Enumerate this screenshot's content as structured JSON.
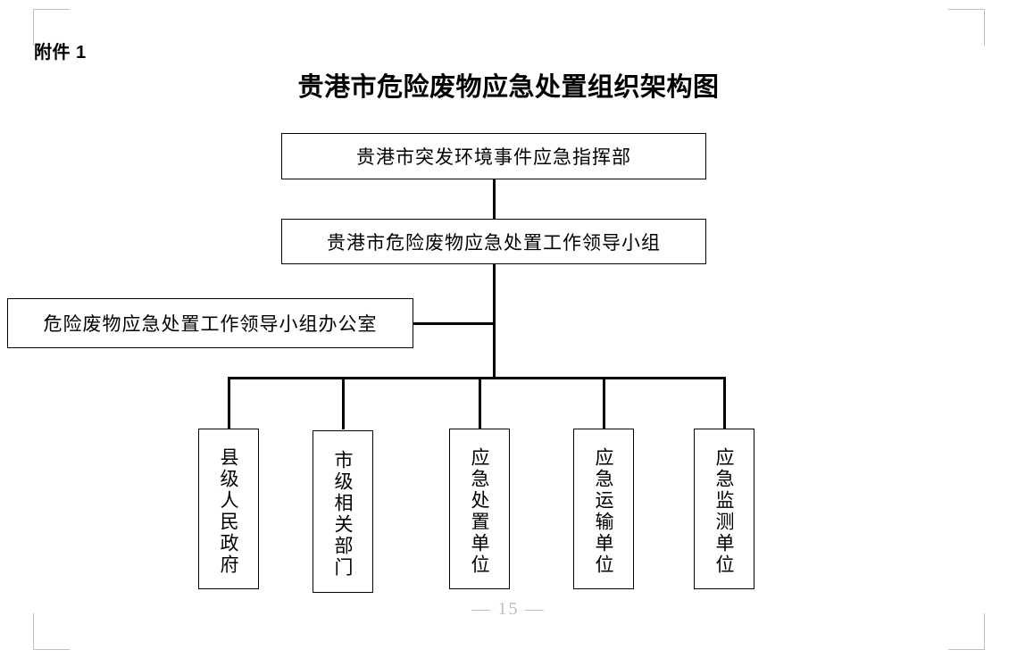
{
  "document": {
    "attachment_label": "附件 1",
    "title": "贵港市危险废物应急处置组织架构图",
    "page_number": "— 15 —"
  },
  "chart_data": {
    "type": "diagram",
    "title": "贵港市危险废物应急处置组织架构图",
    "nodes": [
      {
        "id": "command",
        "label": "贵港市突发环境事件应急指挥部",
        "level": 1,
        "orientation": "horizontal"
      },
      {
        "id": "leading",
        "label": "贵港市危险废物应急处置工作领导小组",
        "level": 2,
        "orientation": "horizontal"
      },
      {
        "id": "office",
        "label": "危险废物应急处置工作领导小组办公室",
        "level": 3,
        "orientation": "horizontal"
      },
      {
        "id": "county",
        "label": "县级人民政府",
        "level": 4,
        "orientation": "vertical"
      },
      {
        "id": "city",
        "label": "市级相关部门",
        "level": 4,
        "orientation": "vertical"
      },
      {
        "id": "disposal",
        "label": "应急处置单位",
        "level": 4,
        "orientation": "vertical"
      },
      {
        "id": "transport",
        "label": "应急运输单位",
        "level": 4,
        "orientation": "vertical"
      },
      {
        "id": "monitor",
        "label": "应急监测单位",
        "level": 4,
        "orientation": "vertical"
      }
    ],
    "edges": [
      {
        "from": "command",
        "to": "leading"
      },
      {
        "from": "leading",
        "to": "office"
      },
      {
        "from": "leading",
        "to": "county"
      },
      {
        "from": "leading",
        "to": "city"
      },
      {
        "from": "leading",
        "to": "disposal"
      },
      {
        "from": "leading",
        "to": "transport"
      },
      {
        "from": "leading",
        "to": "monitor"
      }
    ],
    "colors": {
      "line": "#000000",
      "box_border": "#000000",
      "background": "#ffffff",
      "page_number": "#b9bcc4"
    }
  }
}
